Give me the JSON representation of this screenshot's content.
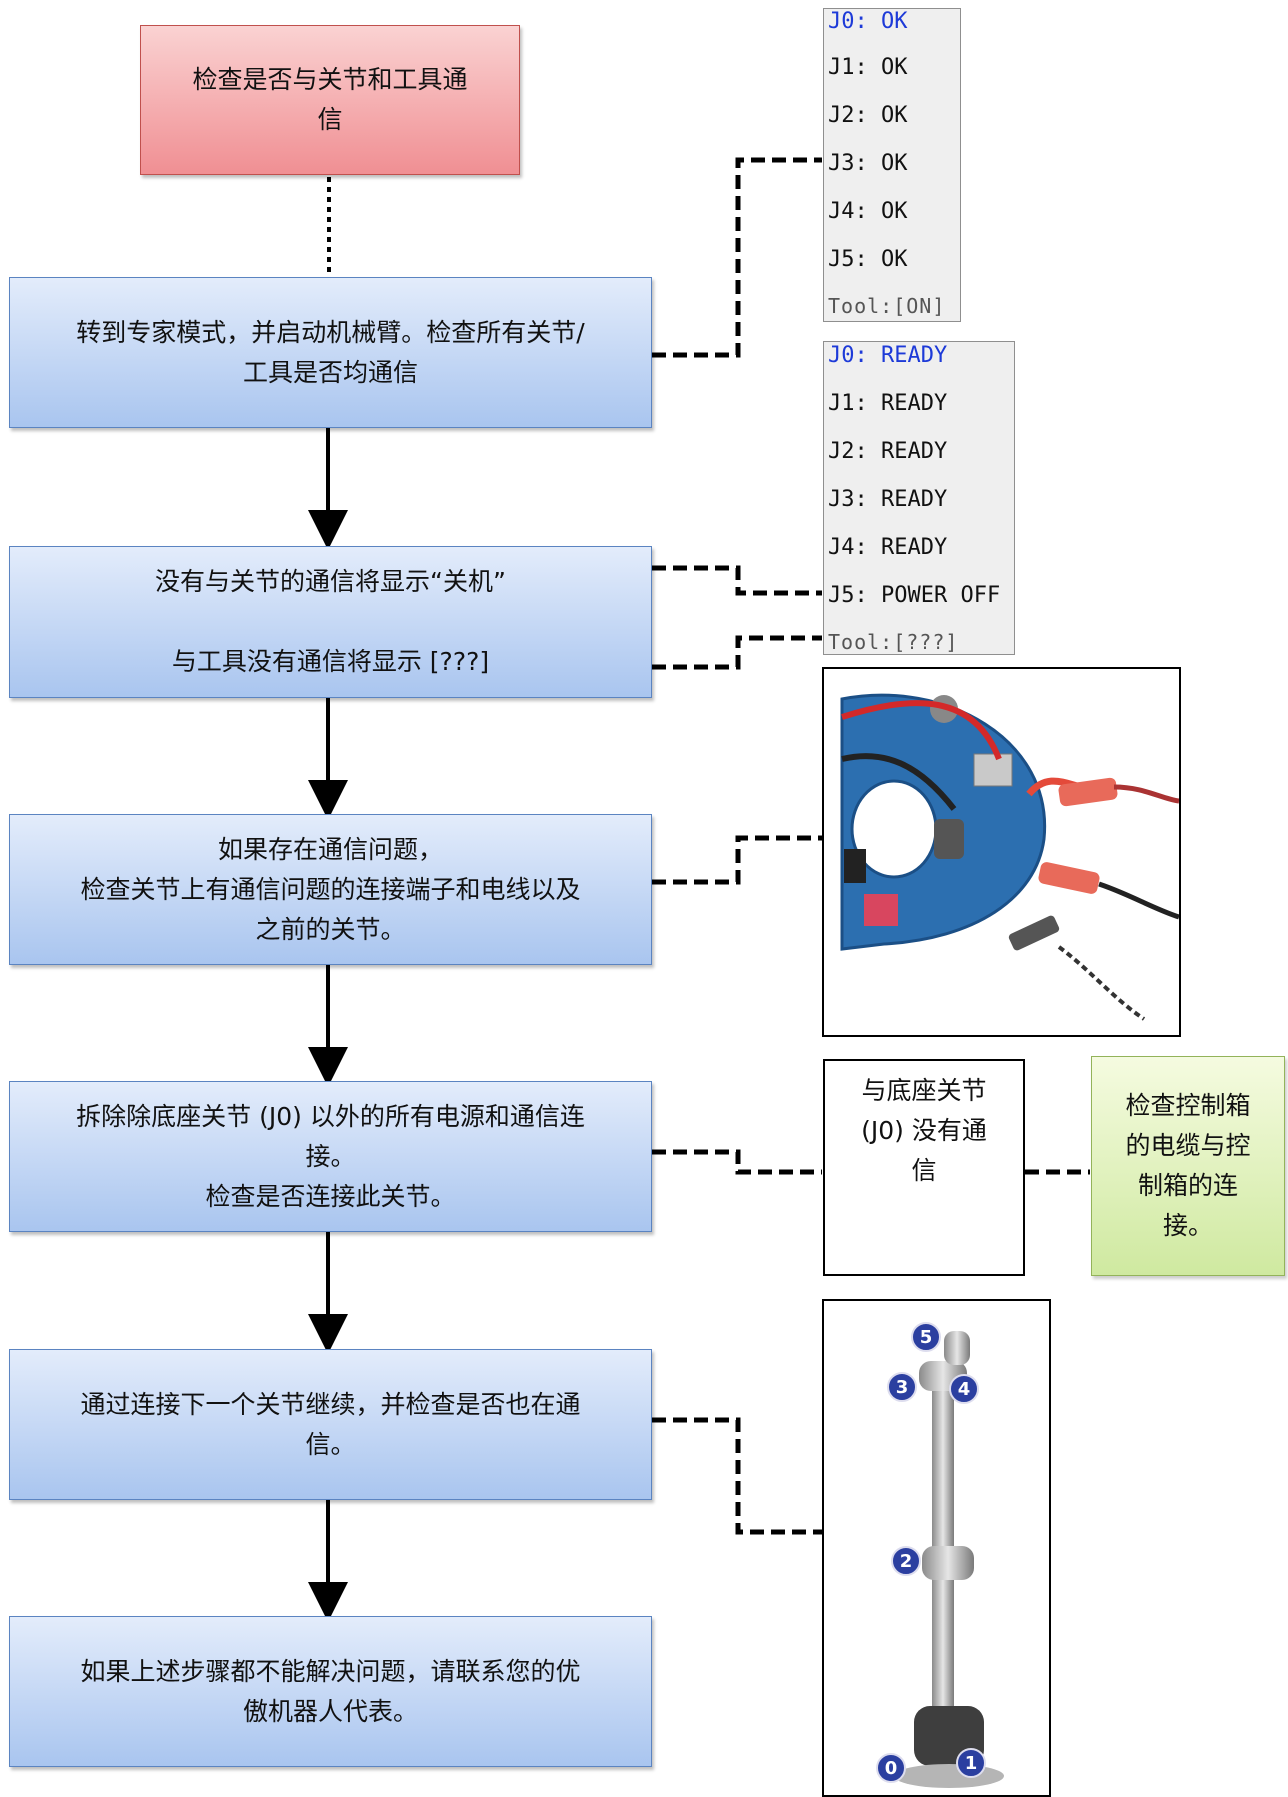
{
  "flow": {
    "start": "检查是否与关节和工具通\n信",
    "step1": "转到专家模式，并启动机械臂。检查所有关节/\n工具是否均通信",
    "step2_line1": "没有与关节的通信将显示“关机”",
    "step2_line2": "与工具没有通信将显示 [???]",
    "step3": "如果存在通信问题，\n检查关节上有通信问题的连接端子和电线以及\n之前的关节。",
    "step4": "拆除除底座关节 (J0) 以外的所有电源和通信连\n接。\n检查是否连接此关节。",
    "step5": "通过连接下一个关节继续，并检查是否也在通\n信。",
    "step6": "如果上述步骤都不能解决问题，请联系您的优\n傲机器人代表。"
  },
  "side": {
    "no_comm_j0": "与底座关节\n(J0) 没有通\n信",
    "check_cable": "检查控制箱\n的电缆与控\n制箱的连\n接。"
  },
  "status_ok": {
    "rows": [
      "J0: OK",
      "J1: OK",
      "J2: OK",
      "J3: OK",
      "J4: OK",
      "J5: OK"
    ],
    "tool": "Tool:[ON]"
  },
  "status_fault": {
    "rows": [
      "J0: READY",
      "J1: READY",
      "J2: READY",
      "J3: READY",
      "J4: READY",
      "J5: POWER OFF"
    ],
    "tool": "Tool:[???]"
  },
  "robot_labels": [
    "5",
    "3",
    "4",
    "2",
    "0",
    "1"
  ],
  "colors": {
    "start_fill": "#f08f93",
    "step_fill": "#a9c5ef",
    "note_fill": "#cfe9a0",
    "status_highlight": "#1d3ad8"
  }
}
